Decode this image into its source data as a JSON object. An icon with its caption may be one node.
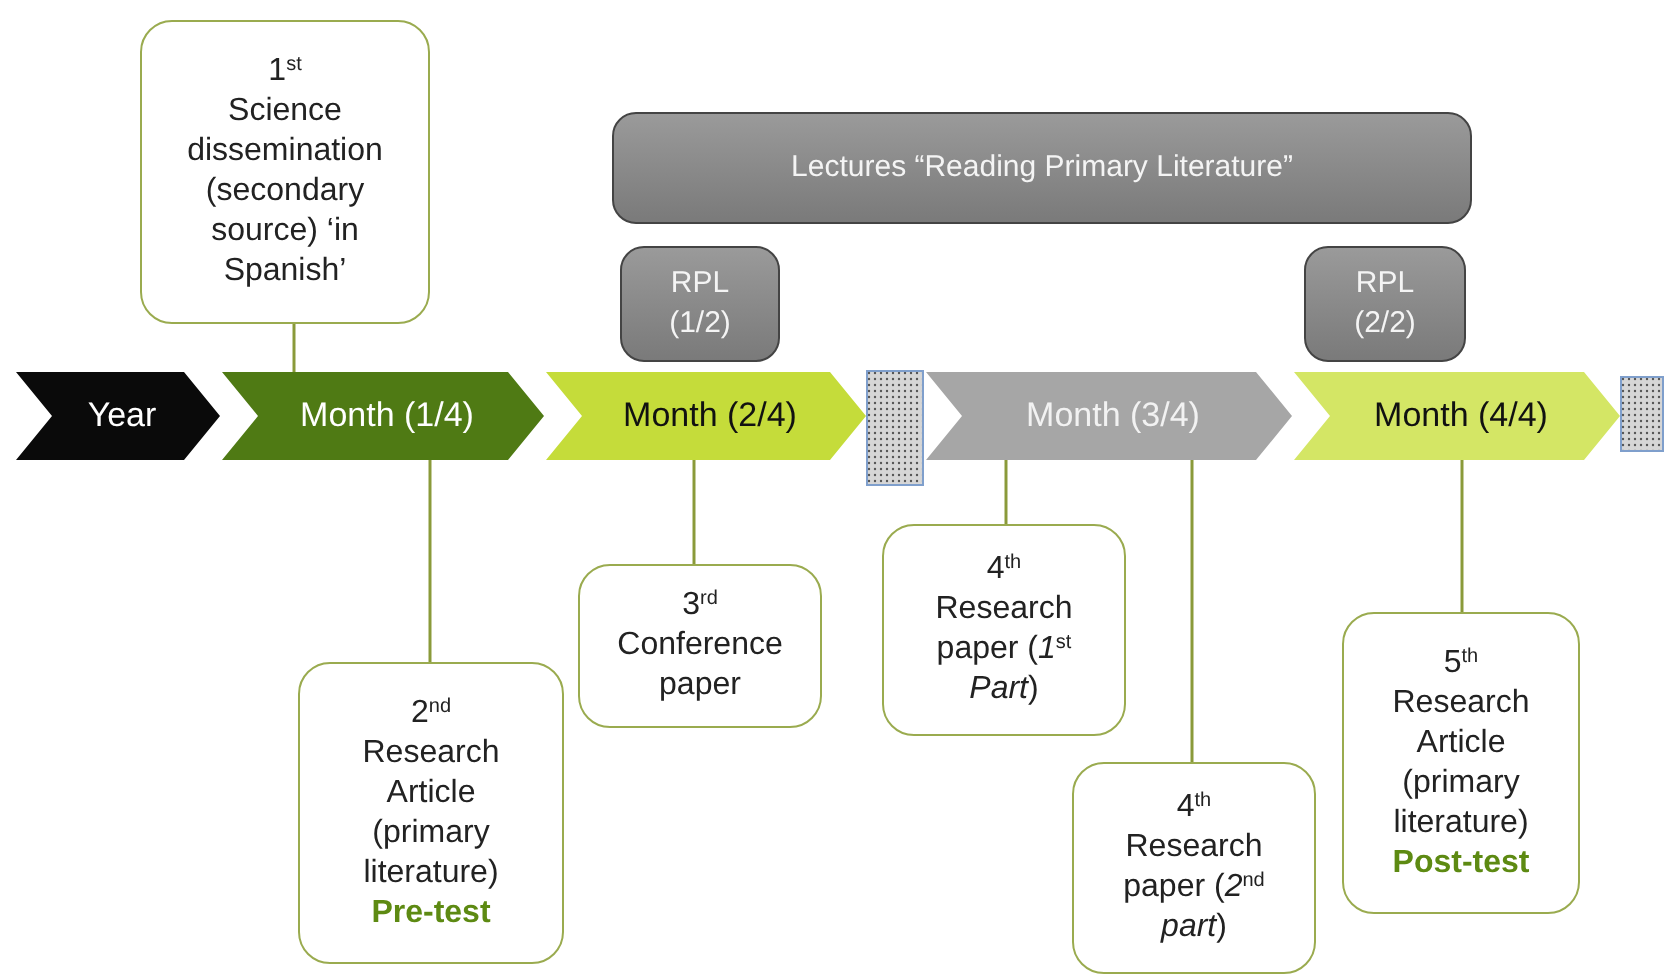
{
  "diagram": {
    "nodes": [
      {
        "text": [
          "Year"
        ]
      },
      {
        "text": [
          "Month (1/4)"
        ]
      },
      {
        "text": [
          "Month (2/4)"
        ]
      },
      {
        "text": [],
        "shape": "bar"
      },
      {
        "text": [
          "Month (3/4)"
        ]
      },
      {
        "text": [
          "Month (4/4)"
        ]
      },
      {
        "text": [],
        "shape": "bar"
      },
      {
        "text": [
          "Lectures “Reading Primary Literature”"
        ]
      },
      {
        "text": [
          "RPL (1/2)"
        ]
      },
      {
        "text": [
          "RPL (2/2)"
        ]
      },
      {
        "text": [
          "1$^{st}$",
          "Science dissemination (secondary source) ‘in Spanish’"
        ]
      },
      {
        "text": [
          "2$^{nd}$",
          "Research Article (primary literature) **Pre-test**"
        ]
      },
      {
        "text": [
          "3$^{rd}$",
          "Conference paper"
        ]
      },
      {
        "text": [
          "4$^{th}$",
          "Research paper (*1*$^{st}$ *Part*)"
        ]
      },
      {
        "text": [
          "4$^{th}$",
          "Research paper (*2*$^{nd}$ *part*)"
        ]
      },
      {
        "text": [
          "5$^{th}$",
          "Research Article (primary literature) **Post-test**"
        ]
      }
    ],
    "edges": [
      {
        "from": 10,
        "to": 1,
        "arrow": "none"
      },
      {
        "from": 1,
        "to": 11,
        "arrow": "none"
      },
      {
        "from": 2,
        "to": 12,
        "arrow": "none"
      },
      {
        "from": 4,
        "to": 13,
        "arrow": "none"
      },
      {
        "from": 4,
        "to": 14,
        "arrow": "none"
      },
      {
        "from": 5,
        "to": 15,
        "arrow": "none"
      }
    ]
  }
}
